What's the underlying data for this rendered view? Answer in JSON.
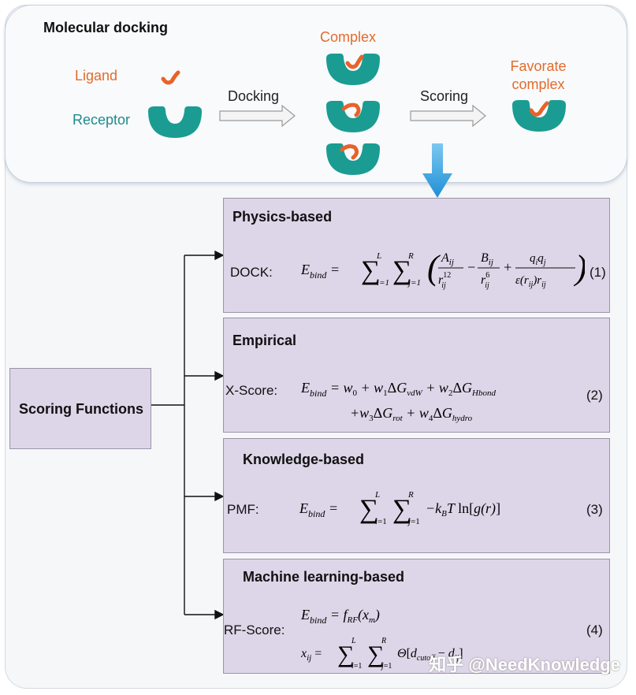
{
  "docking": {
    "title": "Molecular docking",
    "ligand_label": "Ligand",
    "receptor_label": "Receptor",
    "docking_step": "Docking",
    "complex_label": "Complex",
    "scoring_step": "Scoring",
    "favorate_line1": "Favorate",
    "favorate_line2": "complex"
  },
  "root_label": "Scoring Functions",
  "categories": [
    {
      "title": "Physics-based",
      "method": "DOCK:",
      "number": "(1)"
    },
    {
      "title": "Empirical",
      "method": "X-Score:",
      "number": "(2)"
    },
    {
      "title": "Knowledge-based",
      "method": "PMF:",
      "number": "(3)"
    },
    {
      "title": "Machine learning-based",
      "method": "RF-Score:",
      "number": "(4)"
    }
  ],
  "watermark": "知乎 @NeedKnowledge",
  "colors": {
    "receptor": "#1a9c93",
    "ligand": "#e8622a",
    "box_fill": "#ddd5e8",
    "arrow_blue": "#2a9fe0"
  }
}
